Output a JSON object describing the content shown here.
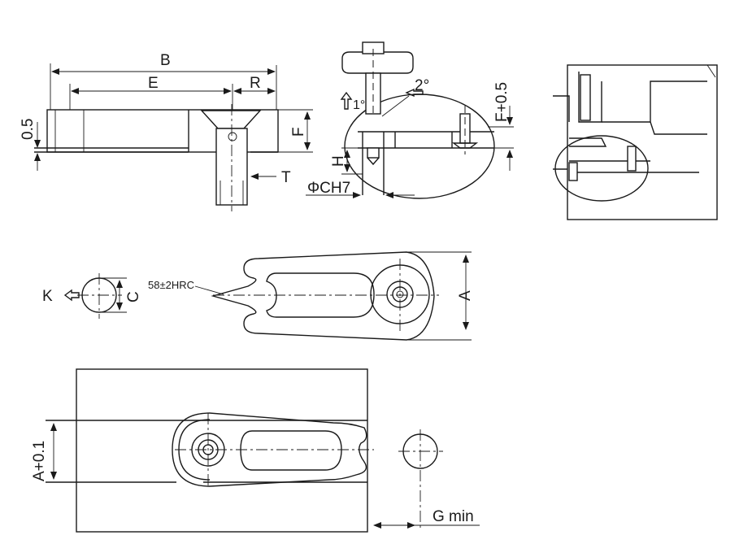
{
  "labels": {
    "B": "B",
    "E": "E",
    "R": "R",
    "F": "F",
    "T": "T",
    "gap": "0.5",
    "angle_one": "1°",
    "angle_two": "2°",
    "F_plus": "F+0.5",
    "H": "H",
    "phi": "ΦCH7",
    "K": "K",
    "C": "C",
    "hardness": "58±2HRC",
    "A": "A",
    "A_plus": "A+0.1",
    "G": "G min"
  },
  "colors": {
    "ink": "#1a1a1a",
    "paper": "#ffffff"
  }
}
